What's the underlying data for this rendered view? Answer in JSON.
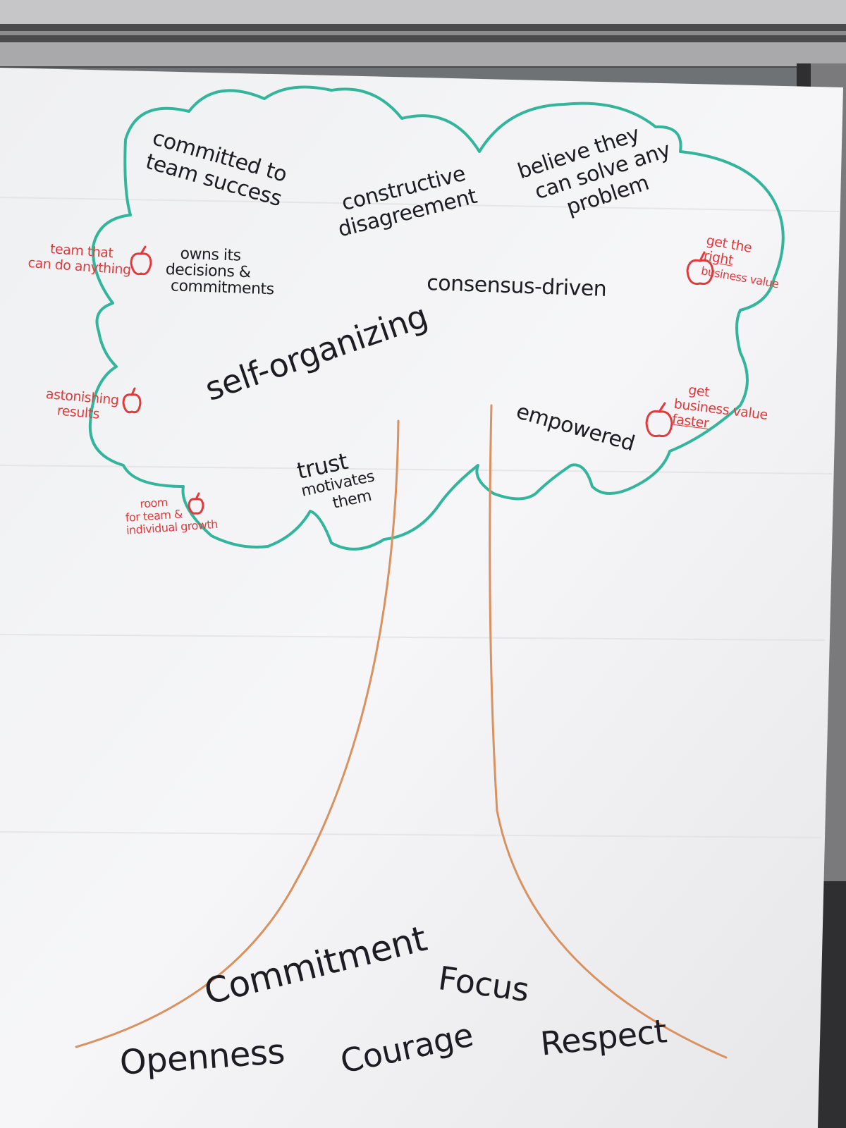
{
  "canopy_labels": {
    "committed": [
      "committed to",
      "team success"
    ],
    "constructive": [
      "constructive",
      "disagreement"
    ],
    "believe": [
      "believe they",
      "can solve any",
      "problem"
    ],
    "owns": [
      "owns its",
      "decisions &",
      "commitments"
    ],
    "consensus": "consensus-driven",
    "self_organizing": "self-organizing",
    "empowered": "empowered",
    "trust": [
      "trust",
      "motivates",
      "them"
    ]
  },
  "fruit_labels": {
    "team_can_do": [
      "team that",
      "can do anything"
    ],
    "right_value": [
      "get the",
      "right",
      "business value"
    ],
    "astonishing": [
      "astonishing",
      "results"
    ],
    "value_faster": [
      "get",
      "business value",
      "faster"
    ],
    "room_growth": [
      "room",
      "for team &",
      "individual growth"
    ]
  },
  "root_values": {
    "commitment": "Commitment",
    "focus": "Focus",
    "openness": "Openness",
    "courage": "Courage",
    "respect": "Respect"
  },
  "colors": {
    "canopy": "#33b59b",
    "trunk": "#d9925f",
    "ink": "#1d1c22",
    "fruit_ink": "#e03a3c",
    "paper": "#f3f3f5",
    "wall": "#b9b9bb",
    "cubicle": "#2b2a2c"
  },
  "icons": [
    "apple-icon"
  ]
}
